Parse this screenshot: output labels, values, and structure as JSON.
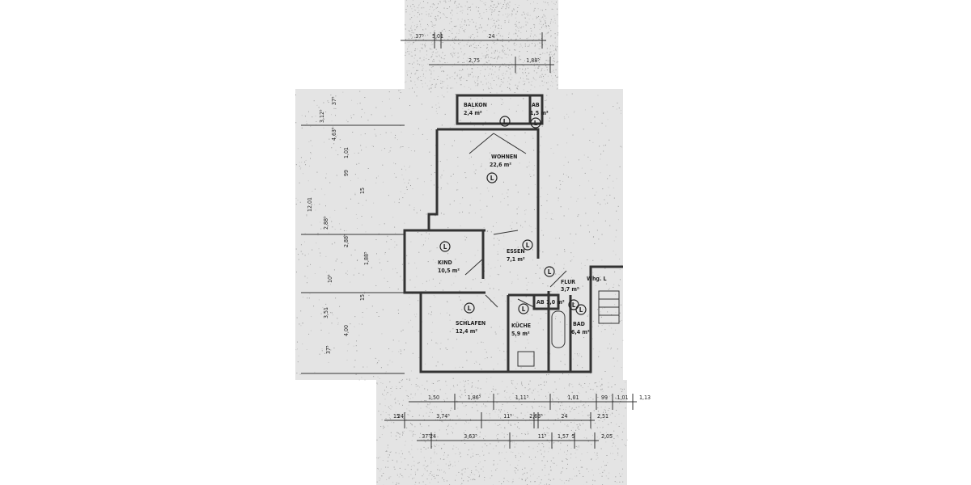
{
  "rooms": [
    {
      "name": "BALKON",
      "area": "2,4 m²"
    },
    {
      "name": "AB",
      "area": "1,5 m²"
    },
    {
      "name": "WOHNEN",
      "area": "22,6 m²"
    },
    {
      "name": "KIND",
      "area": "10,5 m²"
    },
    {
      "name": "ESSEN",
      "area": "7,1 m²"
    },
    {
      "name": "FLUR",
      "area": "3,7 m²"
    },
    {
      "name": "AB",
      "area": "1,0 m²"
    },
    {
      "name": "SCHLAFEN",
      "area": "12,4 m²"
    },
    {
      "name": "KÜCHE",
      "area": "5,9 m²"
    },
    {
      "name": "BAD",
      "area": "6,4 m²"
    }
  ],
  "stair_label": "Whg. L",
  "room_marker": "L",
  "dimensions": {
    "top_row1": [
      "37⁵",
      "5,01",
      "24"
    ],
    "top_row2": [
      "2,75",
      "1,88⁵"
    ],
    "left": [
      "37⁵",
      "3,12⁵",
      "4,63⁵",
      "1,01",
      "99",
      "15",
      "12,01",
      "2,88⁵",
      "2,88⁵",
      "1,88⁵",
      "10⁵",
      "15",
      "3,51",
      "4,00",
      "37⁵"
    ],
    "bottom_row1": [
      "1,50",
      "1,86⁵",
      "1,11⁵",
      "1,01",
      "99",
      "1,01",
      "1,13"
    ],
    "bottom_row2": [
      "15",
      "3,74⁵",
      "11⁵",
      "2,63⁵",
      "24",
      "2,51",
      "24"
    ],
    "bottom_row3": [
      "37⁵",
      "3,63⁵",
      "11⁵",
      "1,57",
      "5",
      "2,05",
      "24"
    ]
  }
}
